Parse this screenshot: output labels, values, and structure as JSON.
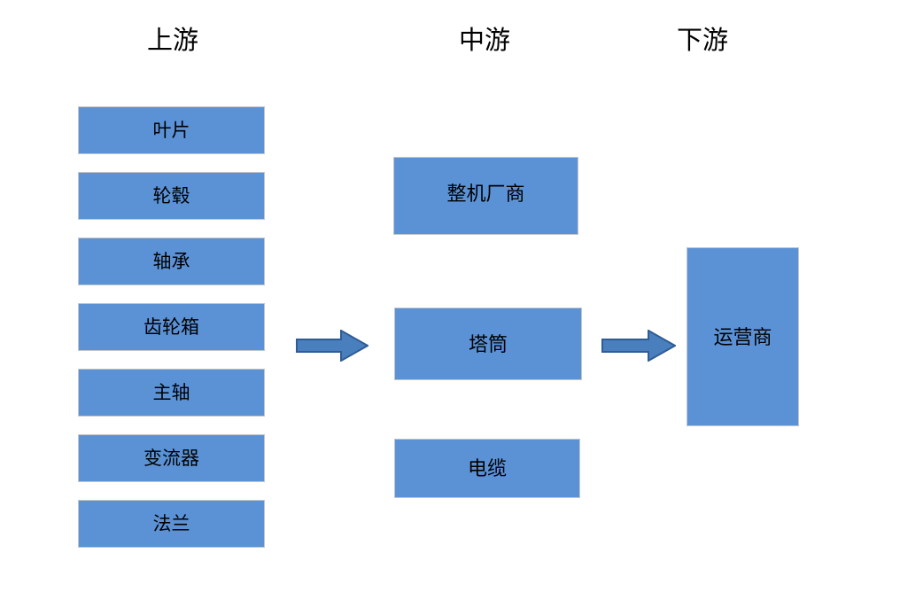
{
  "diagram": {
    "title_headers": [
      {
        "id": "upstream",
        "label": "上游"
      },
      {
        "id": "midstream",
        "label": "中游"
      },
      {
        "id": "downstream",
        "label": "下游"
      }
    ],
    "colors": {
      "box_fill": "#5b92d6",
      "box_border": "#c2c6c9",
      "arrow_fill": "#4a7fbd",
      "arrow_border": "#2f5c96",
      "text": "#000000",
      "background": "#ffffff"
    },
    "upstream_nodes": [
      {
        "id": "blade",
        "label": "叶片"
      },
      {
        "id": "hub",
        "label": "轮毂"
      },
      {
        "id": "bearing",
        "label": "轴承"
      },
      {
        "id": "gearbox",
        "label": "齿轮箱"
      },
      {
        "id": "mainshaft",
        "label": "主轴"
      },
      {
        "id": "converter",
        "label": "变流器"
      },
      {
        "id": "flange",
        "label": "法兰"
      }
    ],
    "midstream_nodes": [
      {
        "id": "oem",
        "label": "整机厂商"
      },
      {
        "id": "tower",
        "label": "塔筒"
      },
      {
        "id": "cable",
        "label": "电缆"
      }
    ],
    "downstream_nodes": [
      {
        "id": "operator",
        "label": "运营商"
      }
    ],
    "arrows": [
      {
        "id": "arrow-upstream-to-midstream",
        "icon": "right-block-arrow-icon"
      },
      {
        "id": "arrow-midstream-to-downstream",
        "icon": "right-block-arrow-icon"
      }
    ]
  }
}
